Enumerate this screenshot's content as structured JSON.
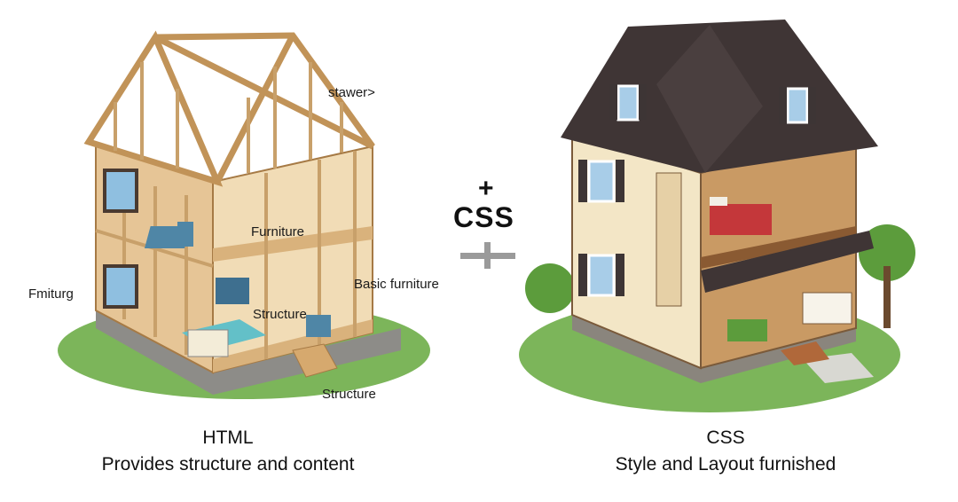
{
  "left": {
    "title": "HTML",
    "subtitle": "Provides structure and content",
    "labels": {
      "top": "stawer>",
      "furniture": "Furniture",
      "left": "Fmiturg",
      "basic_furniture": "Basic furniture",
      "structure_inner": "Structure",
      "structure_bottom": "Structure"
    }
  },
  "middle": {
    "plus": "+",
    "text": "CSS"
  },
  "right": {
    "title": "CSS",
    "subtitle": "Style and Layout furnished"
  },
  "colors": {
    "wood": "#d9b27c",
    "wood_dark": "#a67a45",
    "roof": "#3f3535",
    "siding": "#f3e6c6",
    "grass": "#7cb55a",
    "blue_furniture": "#4f86a6",
    "bed_red": "#c4373a"
  }
}
